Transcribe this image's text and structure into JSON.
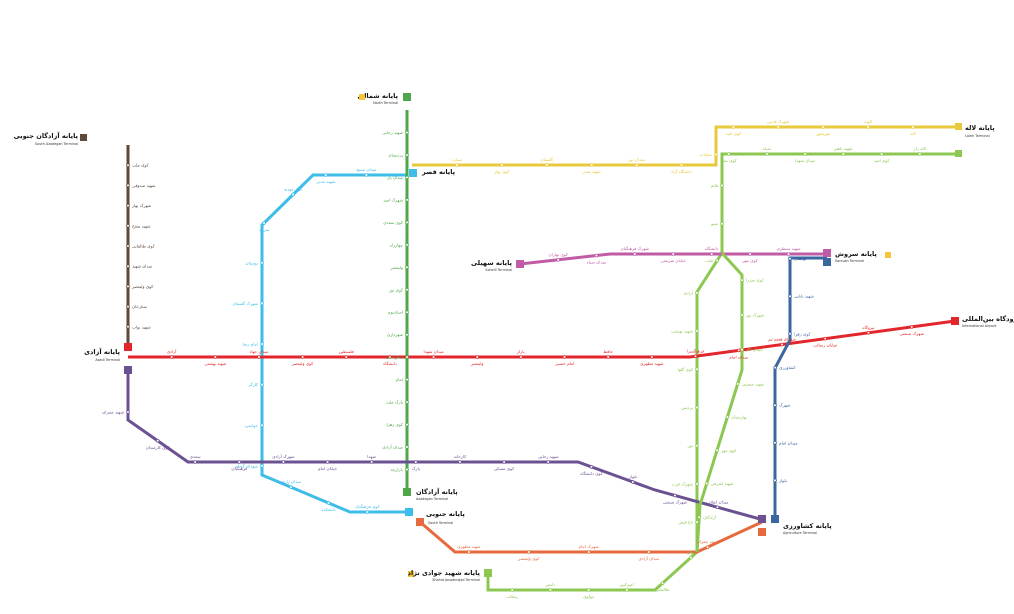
{
  "colors": {
    "line1": "#e2262b",
    "line2": "#3dbde8",
    "line3": "#4ea748",
    "line4": "#e8c93c",
    "line5": "#8cc751",
    "line6": "#6c5192",
    "line7": "#5d4a39",
    "line8": "#c05ba6",
    "line9": "#e66a3e",
    "line10": "#3b66a0",
    "park": "#f2c53a"
  },
  "lines": {
    "red": {
      "terminus_west": "پایانه آزادی",
      "terminus_west_sub": "Azadi Terminal",
      "terminus_east": "فرودگاه بین‌المللی",
      "terminus_east_sub": "International Airport",
      "stations": [
        "آزادی",
        "شهید بهشتی",
        "میدان جهاد",
        "کوی ولیعصر",
        "فلسطین",
        "دانشگاه",
        "میدان شهدا",
        "ولیعصر",
        "بازار",
        "امام خمینی",
        "حافظ",
        "شهید مطهری",
        "فرهنگسرا",
        "میدان امام",
        "شهدای هفتم تیر",
        "خیابان رسالت",
        "نیروگاه",
        "شهرک صنعتی"
      ]
    },
    "blue": {
      "terminus": "پایانه جنوبی",
      "terminus_sub": "South Terminal",
      "stations": [
        "میدان بسیج",
        "شهید مدنی",
        "کوی مهدیه",
        "سراب",
        "بوستان",
        "شهرک گلستان",
        "امام رضا",
        "کارگر",
        "جوانمرد",
        "شهدای گمنام",
        "میدان رازی",
        "دانشکده",
        "کوی فرهنگیان"
      ]
    },
    "green": {
      "terminus_north": "پایانه شمالی",
      "terminus_north_sub": "North Terminal",
      "terminus_south": "پایانه آزادگان",
      "terminus_south_sub": "Azadegan Terminal",
      "stations": [
        "شهید رجایی",
        "پردیسان",
        "میدان بار",
        "شهرک امید",
        "کوی سعدی",
        "چهارراه",
        "ولیعصر",
        "کوی نور",
        "استادیوم",
        "شهرداری",
        "بیمارستان",
        "امام",
        "پارک ملت",
        "کوی زهرا",
        "میدان آزادی",
        "بازارچه"
      ]
    },
    "yellow": {
      "terminus_west": "پایانه قصر",
      "terminus_east": "پایانه لاله",
      "terminus_east_sub": "Laleh Terminal",
      "stations": [
        "ستاره",
        "کوی بهار",
        "گلستان",
        "شهید صدر",
        "میدان نور",
        "دانشگاه آزاد",
        "سعادت",
        "کوی امید",
        "شهرک قدس",
        "مهرشهر",
        "الهیه",
        "لاله"
      ]
    },
    "lime": {
      "stations": [
        "لاله زار",
        "کوی امید",
        "شهید باهنر",
        "میدان شهدا",
        "سپاه",
        "کوی نصر",
        "قائم",
        "مینو",
        "ملت",
        "آزادی",
        "شهید بهشتی",
        "کوی گلها",
        "پردیس",
        "نور",
        "شهرک غرب",
        "باغ فیض",
        "بهار",
        "طالقانی",
        "امیرکبیر",
        "مولوی",
        "دانش",
        "رسالت"
      ]
    },
    "purple": {
      "stations": [
        "شهید چمران",
        "کوی کارمندان",
        "سعدی",
        "فرهنگیان",
        "شهرک آزادی",
        "خیابان امام",
        "شهدا",
        "پارک",
        "کارخانه",
        "کوی مسکن",
        "شهید رجایی",
        "کوی دانشگاه",
        "بلوار",
        "شهرک صنعتی",
        "میدان انقلاب"
      ]
    },
    "brown": {
      "terminus": "پایانه آزادگان جنوبی",
      "terminus_sub": "South Azadegan Terminal",
      "stations": [
        "کوی ملت",
        "شهید صدوقی",
        "شهرک بهار",
        "شهید مفتح",
        "کوی طالقانی",
        "میدان شهید",
        "کوی ولیعصر",
        "ستارخان",
        "شهید نواب"
      ]
    },
    "magenta": {
      "terminus_west": "پایانه سهیلی",
      "terminus_west_sub": "Soheili Terminal",
      "terminus_east": "پایانه سروش",
      "terminus_east_sub": "Soroush Terminal",
      "stations": [
        "کوی بهاران",
        "میدان سپاه",
        "شهرک فرهنگیان",
        "خیابان شریعتی",
        "دانشگاه",
        "کوی مهر",
        "شهید منتظری"
      ]
    },
    "orange": {
      "terminus": "پایانه جنوب",
      "terminus_sub": "South Terminal",
      "stations": [
        "شهید مطهری",
        "کوی ولیعصر",
        "شهرک امام",
        "میدان آزادی",
        "شهید چمران"
      ]
    },
    "navy": {
      "terminus_south": "پایانه کشاورزی",
      "terminus_south_sub": "Agriculture Terminal",
      "stations": [
        "بوستان",
        "شهید بابایی",
        "کوی زهرا",
        "کشاورزی",
        "شهرک",
        "میدان امام",
        "بلوار"
      ]
    },
    "green_south": {
      "terminus": "پایانه شهید جوادی نژاد",
      "terminus_sub": "Shahid Javadinejad Terminal",
      "stations": [
        "کوی صدرا",
        "شهرک نور",
        "میدان کار",
        "شهید حسینی",
        "بهارستان",
        "کوی مهر",
        "شهید اشرفی",
        "آزادگان"
      ]
    }
  }
}
